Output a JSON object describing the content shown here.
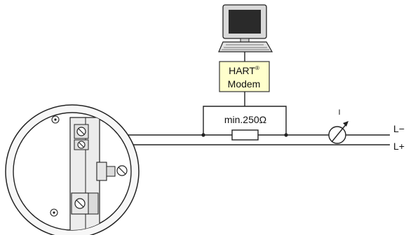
{
  "modem": {
    "line1": "HART",
    "superscript": "®",
    "line2": "Modem",
    "fill_color": "#ffffcc"
  },
  "resistor": {
    "label": "min.250Ω"
  },
  "meter": {
    "symbol": "I"
  },
  "lines": {
    "negative": "L−",
    "positive": "L+"
  },
  "icons": {
    "computer": "computer-icon",
    "ammeter": "ammeter-icon",
    "transmitter": "transmitter-terminal-housing"
  }
}
